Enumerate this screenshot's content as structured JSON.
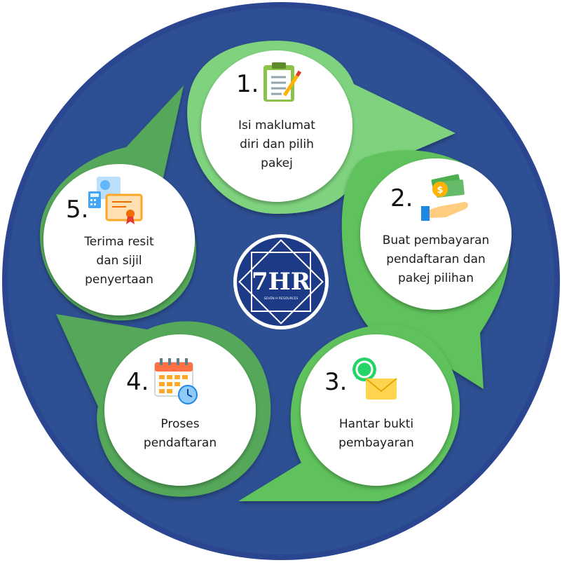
{
  "logo": {
    "mark": "7HR",
    "tagline": "SEVEN H RESOURCES"
  },
  "steps": [
    {
      "number": "1.",
      "lines": [
        "Isi maklumat",
        "diri dan pilih",
        "pakej"
      ],
      "icon": "clipboard-form-icon"
    },
    {
      "number": "2.",
      "lines": [
        "Buat pembayaran",
        "pendaftaran dan",
        "pakej pilihan"
      ],
      "icon": "hand-money-icon"
    },
    {
      "number": "3.",
      "lines": [
        "Hantar bukti",
        "pembayaran"
      ],
      "icon": "whatsapp-envelope-icon"
    },
    {
      "number": "4.",
      "lines": [
        "Proses",
        "pendaftaran"
      ],
      "icon": "calendar-clock-icon"
    },
    {
      "number": "5.",
      "lines": [
        "Terima resit",
        "dan sijil",
        "penyertaan"
      ],
      "icon": "receipt-certificate-icon"
    }
  ],
  "colors": {
    "background": "#2d4f93",
    "border": "#2a4690",
    "light_green": "#7fd37e",
    "mid_green": "#5ec25c",
    "dark_green": "#54a85a",
    "circle": "#ffffff",
    "logo_navy": "#1d3a86"
  }
}
